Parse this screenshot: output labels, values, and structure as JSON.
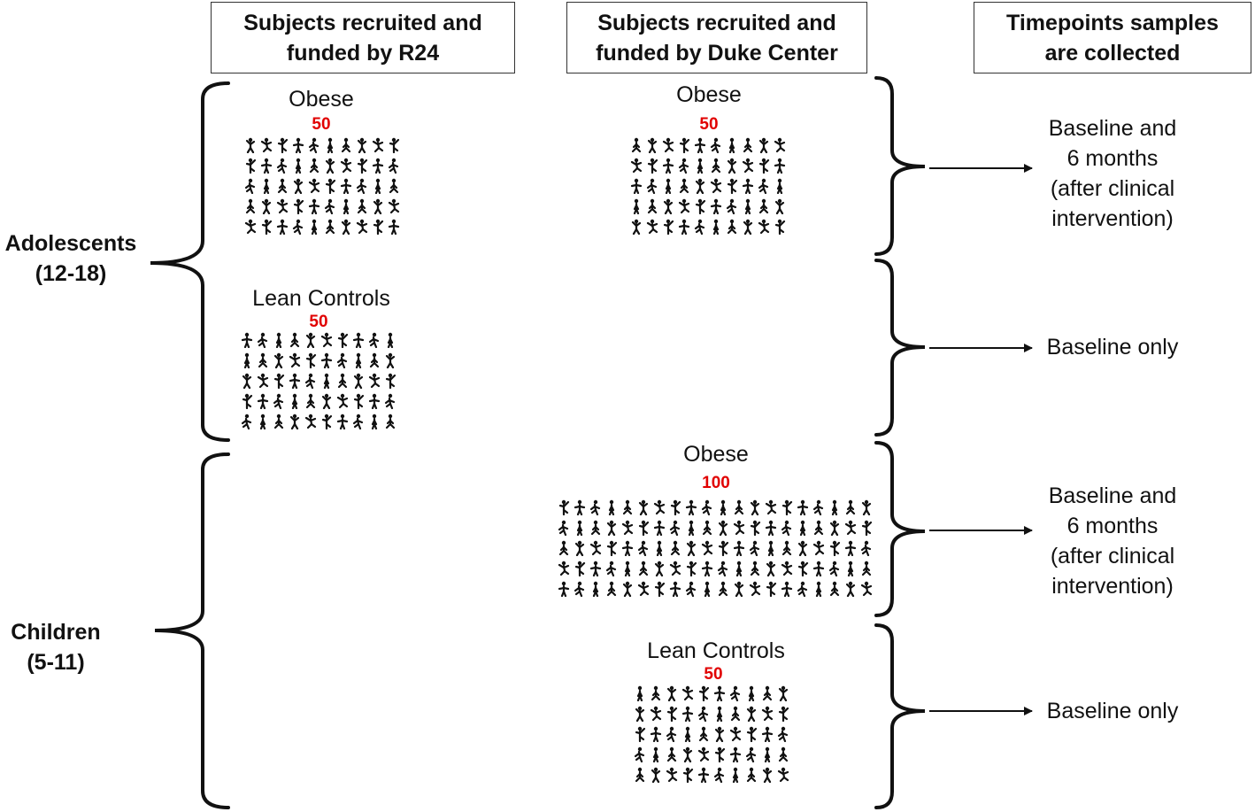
{
  "headers": {
    "r24": "Subjects recruited and\nfunded by R24",
    "duke": "Subjects recruited and\nfunded by Duke Center",
    "timepoints": "Timepoints samples\nare collected"
  },
  "age_groups": {
    "adolescents": {
      "name": "Adolescents",
      "range": "(12-18)"
    },
    "children": {
      "name": "Children",
      "range": "(5-11)"
    }
  },
  "cohorts": {
    "r24_adol_obese": {
      "title": "Obese",
      "count": "50"
    },
    "r24_adol_lean": {
      "title": "Lean Controls",
      "count": "50"
    },
    "duke_adol_obese": {
      "title": "Obese",
      "count": "50"
    },
    "duke_child_obese": {
      "title": "Obese",
      "count": "100"
    },
    "duke_child_lean": {
      "title": "Lean Controls",
      "count": "50"
    }
  },
  "timepoints": {
    "adol_obese": "Baseline and\n6 months\n(after clinical\nintervention)",
    "adol_lean": "Baseline only",
    "child_obese": "Baseline and\n6 months\n(after clinical\nintervention)",
    "child_lean": "Baseline only"
  },
  "colors": {
    "count_red": "#e10000",
    "ink": "#111111"
  }
}
